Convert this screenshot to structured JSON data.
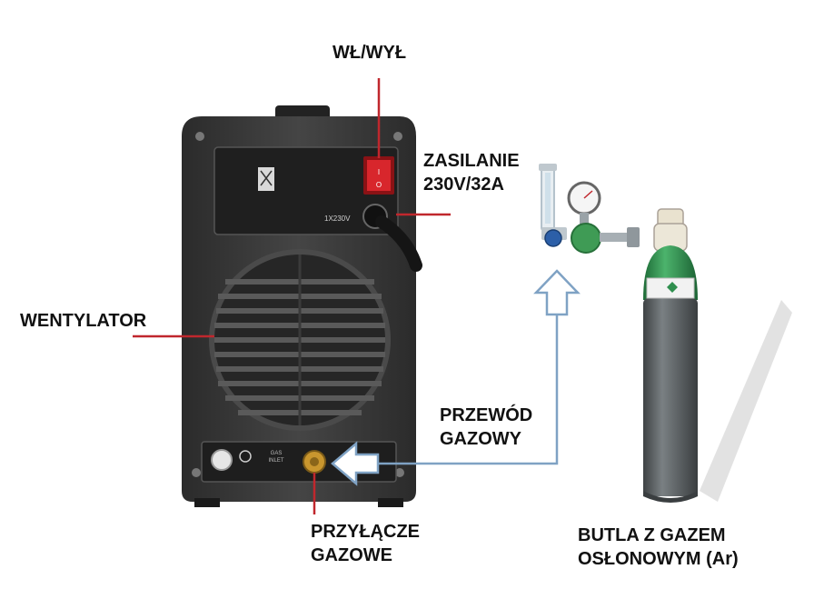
{
  "labels": {
    "power_switch": "WŁ/WYŁ",
    "supply_line1": "ZASILANIE",
    "supply_line2": "230V/32A",
    "fan": "WENTYLATOR",
    "gas_hose_line1": "PRZEWÓD",
    "gas_hose_line2": "GAZOWY",
    "gas_connector_line1": "PRZYŁĄCZE",
    "gas_connector_line2": "GAZOWE",
    "cylinder_line1": "BUTLA Z GAZEM",
    "cylinder_line2": "OSŁONOWYM (Ar)"
  },
  "device": {
    "voltage_marking": "1X230V",
    "gas_inlet_marking_line1": "GAS",
    "gas_inlet_marking_line2": "INLET",
    "switch_on": "I",
    "switch_off": "O"
  },
  "colors": {
    "leader_line": "#c0272d",
    "flow_arrow": "#7fa2c4",
    "device_body": "#3a3a3a",
    "cylinder_body": "#5c6163",
    "cylinder_shoulder": "#2f8f4e",
    "switch": "#d8262c"
  }
}
